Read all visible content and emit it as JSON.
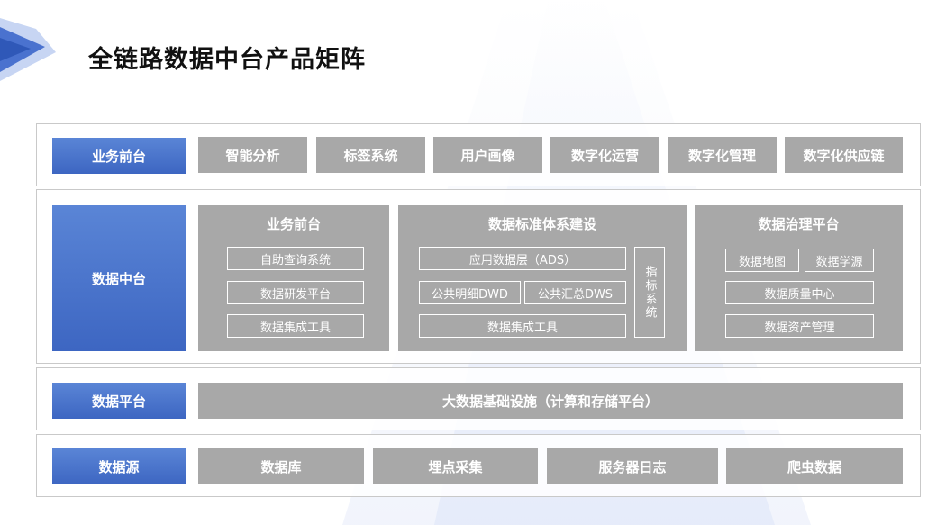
{
  "title": "全链路数据中台产品矩阵",
  "rows": {
    "business": {
      "label": "业务前台",
      "items": [
        "智能分析",
        "标签系统",
        "用户画像",
        "数字化运营",
        "数字化管理",
        "数字化供应链"
      ]
    },
    "middle": {
      "label": "数据中台",
      "panel1": {
        "title": "业务前台",
        "items": [
          "自助查询系统",
          "数据研发平台",
          "数据集成工具"
        ]
      },
      "panel2": {
        "title": "数据标准体系建设",
        "ads": "应用数据层（ADS）",
        "dwd": "公共明细DWD",
        "dws": "公共汇总DWS",
        "integration": "数据集成工具",
        "metrics": "指标系统"
      },
      "panel3": {
        "title": "数据治理平台",
        "map": "数据地图",
        "lineage": "数据学源",
        "quality": "数据质量中心",
        "assets": "数据资产管理"
      }
    },
    "platform": {
      "label": "数据平台",
      "content": "大数据基础设施（计算和存储平台）"
    },
    "sources": {
      "label": "数据源",
      "items": [
        "数据库",
        "埋点采集",
        "服务器日志",
        "爬虫数据"
      ]
    }
  }
}
